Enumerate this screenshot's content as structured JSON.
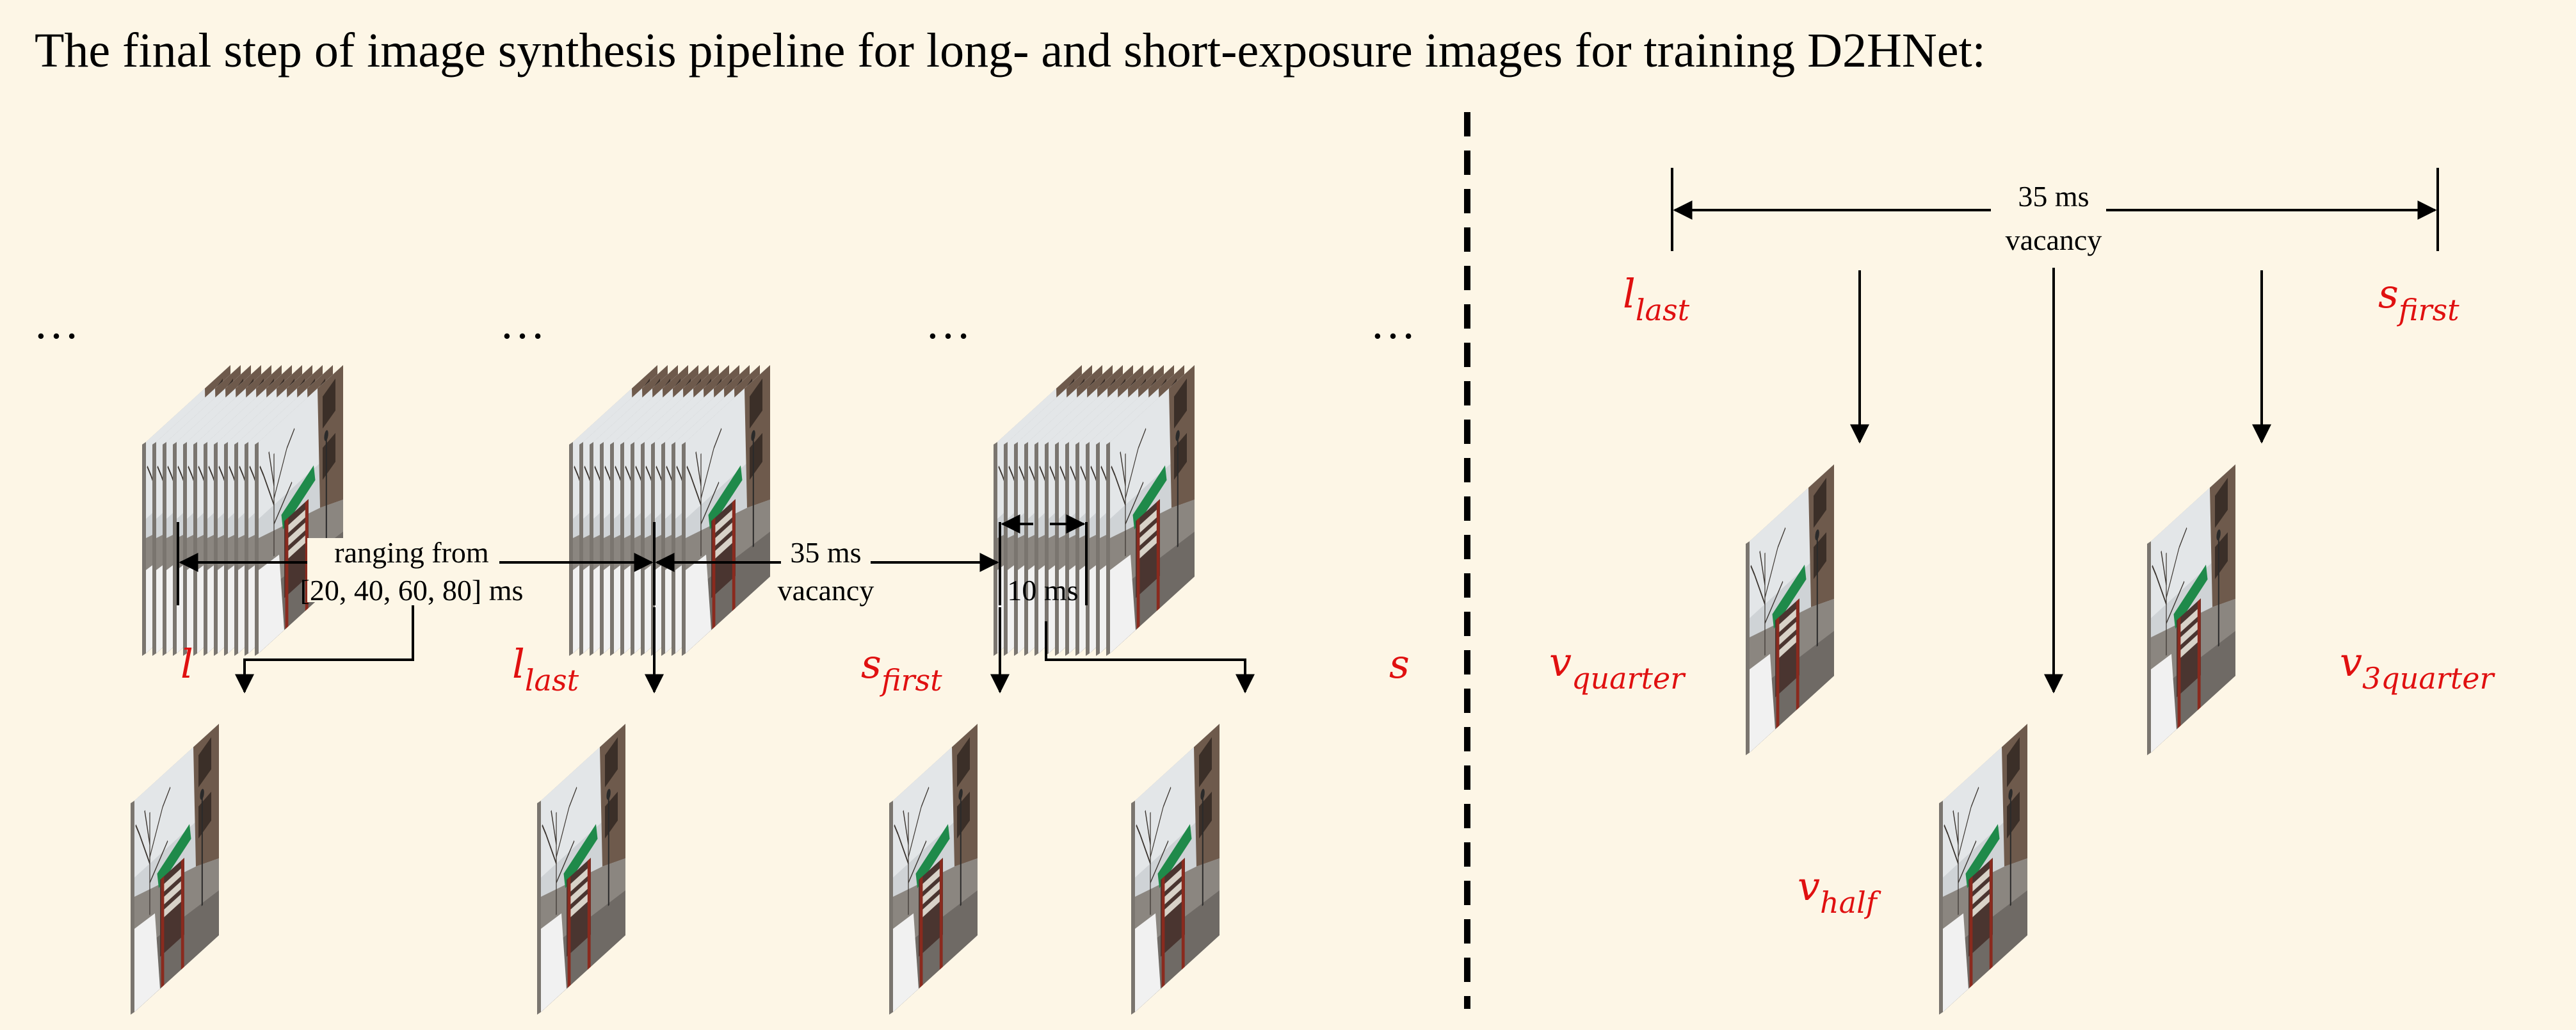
{
  "title": "The final step of image synthesis pipeline for long- and short-exposure images for training D2HNet:",
  "ellipsis": "…",
  "annotations": {
    "range_line1": "ranging from",
    "range_line2": "[20, 40, 60, 80] ms",
    "vacancy_ms": "35 ms",
    "vacancy_word": "vacancy",
    "short_gap": "10 ms",
    "right_vacancy_ms": "35 ms",
    "right_vacancy_word": "vacancy"
  },
  "labels": {
    "l": "l",
    "l_last": {
      "main": "l",
      "sub": "last"
    },
    "s_first": {
      "main": "s",
      "sub": "first"
    },
    "s": "s",
    "r_l_last": {
      "main": "l",
      "sub": "last"
    },
    "r_s_first": {
      "main": "s",
      "sub": "first"
    },
    "v_quarter": {
      "main": "v",
      "sub": "quarter"
    },
    "v_half": {
      "main": "v",
      "sub": "half"
    },
    "v_3quarter": {
      "main": "v",
      "sub": "3quarter"
    }
  },
  "colors": {
    "background": "#fdf6e6",
    "label_red": "#e01010",
    "sky": "#cfd3d6",
    "sign_green": "#1f8a4a",
    "pole_red": "#8a2a1e"
  },
  "icons": [
    "street-scene-image",
    "frame-stack-image"
  ]
}
